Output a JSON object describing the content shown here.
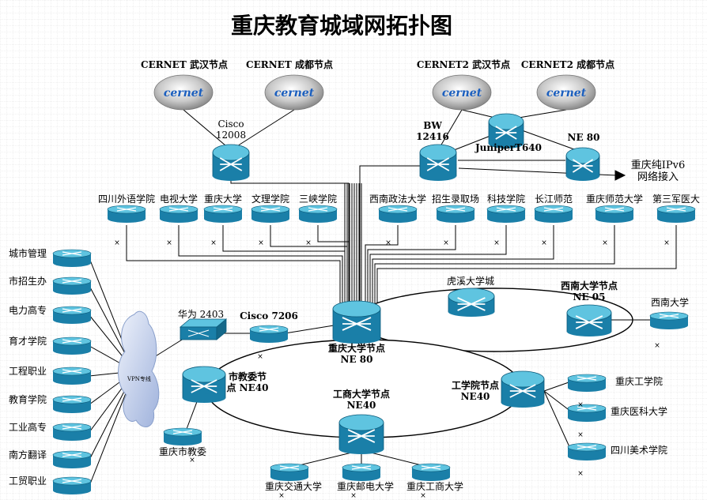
{
  "title": "重庆教育城域网拓扑图",
  "colors": {
    "router_top": "#5fc4e0",
    "router_body": "#1a7fa8",
    "line": "#000000",
    "cloud": "#b8c8e8"
  },
  "cernet": [
    {
      "label": "CERNET 武汉节点",
      "logo": "cernet"
    },
    {
      "label": "CERNET 成都节点",
      "logo": "cernet"
    },
    {
      "label": "CERNET2 武汉节点",
      "logo": "cernet"
    },
    {
      "label": "CERNET2 成都节点",
      "logo": "cernet"
    }
  ],
  "core": {
    "cisco12008": "Cisco\n12008",
    "bw12416": "BW\n12416",
    "juniper": "JuniperT640",
    "ne80_top": "NE 80",
    "ipv6": "重庆纯IPv6\n网络接入"
  },
  "schools_top": [
    "四川外语学院",
    "电视大学",
    "重庆大学",
    "文理学院",
    "三峡学院",
    "西南政法大学",
    "招生录取场",
    "科技学院",
    "长江师范",
    "重庆师范大学",
    "第三军医大"
  ],
  "left_nodes": [
    "城市管理",
    "市招生办",
    "电力高专",
    "育才学院",
    "工程职业",
    "教育学院",
    "工业高专",
    "南方翻译",
    "工贸职业"
  ],
  "cloud_label": "VPN专线",
  "nodes": {
    "huawei": "华为 2403",
    "cisco7206": "Cisco 7206",
    "cqu_node": "重庆大学节点\nNE 80",
    "huxi": "虎溪大学城",
    "swu_node": "西南大学节点\nNE 05",
    "swu": "西南大学",
    "edu_comm": "市教委节\n点 NE40",
    "edu_comm_leaf": "重庆市教委",
    "ctbu_node": "工商大学节点\nNE40",
    "cqit_node": "工学院节点\nNE40",
    "bottom_leaves": [
      "重庆交通大学",
      "重庆邮电大学",
      "重庆工商大学"
    ],
    "right_leaves": [
      "重庆工学院",
      "重庆医科大学",
      "四川美术学院"
    ]
  }
}
